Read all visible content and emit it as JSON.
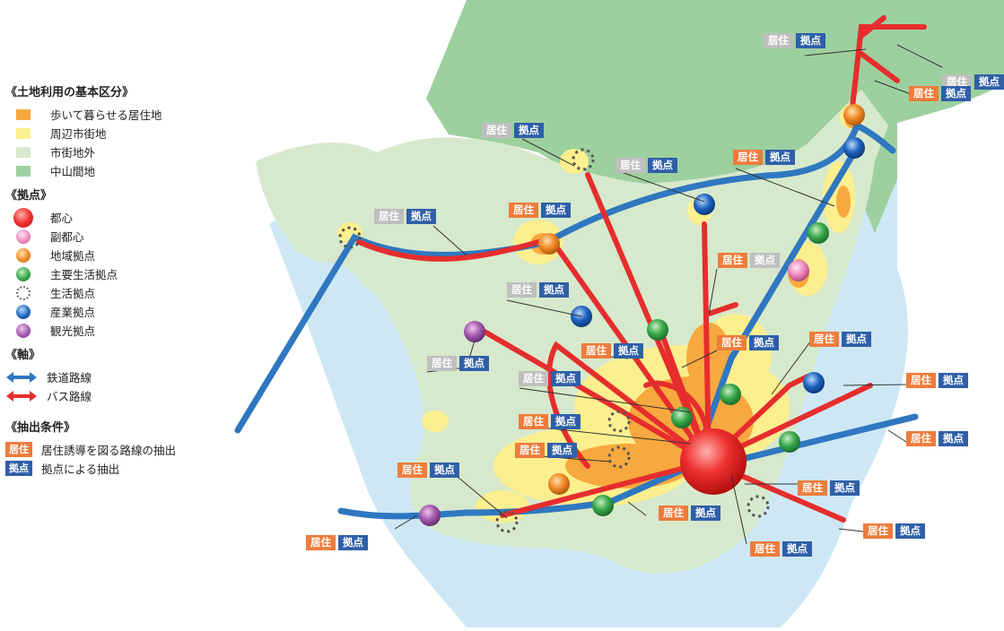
{
  "colors": {
    "walkable_residential": "#f7a83e",
    "surrounding_urban": "#fcef8f",
    "outside_urban": "#d6e9cc",
    "mountain": "#9dd09f",
    "water": "#cde8f4",
    "rail_blue": "#2f77c0",
    "bus_red": "#e62d2d",
    "tag_residence": "#ee7c3c",
    "tag_residence_gray": "#bfbfbf",
    "tag_hub": "#2f5fa8"
  },
  "legend": {
    "land_use": {
      "title": "《土地利用の基本区分》",
      "items": [
        {
          "label": "歩いて暮らせる居住地",
          "color": "#f7a83e"
        },
        {
          "label": "周辺市街地",
          "color": "#fcef8f"
        },
        {
          "label": "市街地外",
          "color": "#d6e9cc"
        },
        {
          "label": "中山間地",
          "color": "#9dd09f"
        }
      ]
    },
    "hubs": {
      "title": "《拠点》",
      "items": [
        {
          "label": "都心",
          "icon": "red-sphere-icon"
        },
        {
          "label": "副都心",
          "icon": "pink-sphere-icon"
        },
        {
          "label": "地域拠点",
          "icon": "orange-sphere-icon"
        },
        {
          "label": "主要生活拠点",
          "icon": "green-sphere-icon"
        },
        {
          "label": "生活拠点",
          "icon": "dotted-circle-icon"
        },
        {
          "label": "産業拠点",
          "icon": "blue-sphere-icon"
        },
        {
          "label": "観光拠点",
          "icon": "purple-sphere-icon"
        }
      ]
    },
    "axes": {
      "title": "《軸》",
      "items": [
        {
          "label": "鉄道路線",
          "icon": "blue-double-arrow-icon"
        },
        {
          "label": "バス路線",
          "icon": "red-double-arrow-icon"
        }
      ]
    },
    "conditions": {
      "title": "《抽出条件》",
      "items": [
        {
          "tag": "居住",
          "label": "居住誘導を図る路線の抽出"
        },
        {
          "tag": "拠点",
          "label": "拠点による抽出"
        }
      ]
    }
  },
  "map_labels": {
    "residence": "居住",
    "hub": "拠点"
  }
}
